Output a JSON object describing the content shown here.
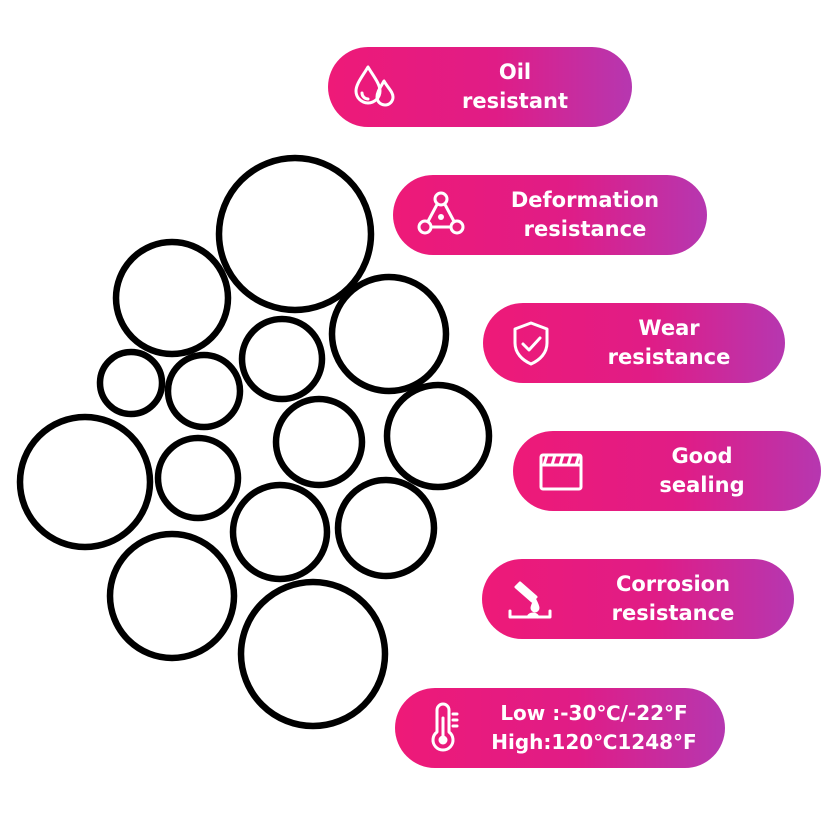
{
  "features": [
    {
      "id": "oil",
      "icon": "oil-drops-icon",
      "line1": "Oil",
      "line2": "resistant"
    },
    {
      "id": "deformation",
      "icon": "triangle-nodes-icon",
      "line1": "Deformation",
      "line2": "resistance"
    },
    {
      "id": "wear",
      "icon": "shield-check-icon",
      "line1": "Wear",
      "line2": "resistance"
    },
    {
      "id": "sealing",
      "icon": "sealed-box-icon",
      "line1": "Good",
      "line2": "sealing"
    },
    {
      "id": "corrosion",
      "icon": "corrosion-dropper-icon",
      "line1": "Corrosion",
      "line2": "resistance"
    },
    {
      "id": "temperature",
      "icon": "thermometer-icon",
      "line1": "Low :-30℃/-22°F",
      "line2": "High:120℃1248°F"
    }
  ],
  "colors": {
    "pill_start": "#ee1a78",
    "pill_end": "#b637b0",
    "ring": "#000000",
    "text": "#ffffff"
  }
}
